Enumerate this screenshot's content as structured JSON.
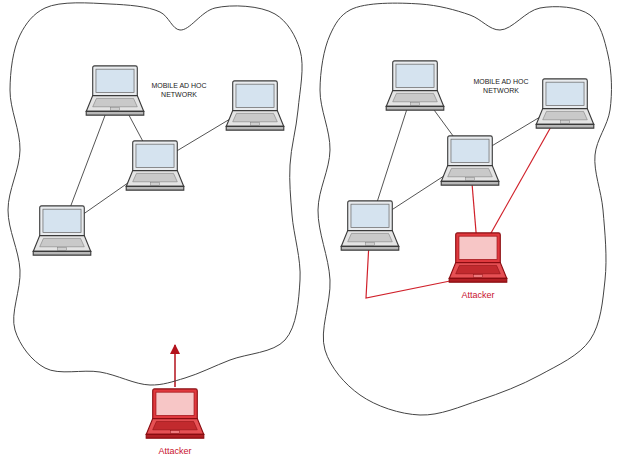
{
  "diagram": {
    "nodes": [
      {
        "text": [
          "MOBILE AD HOC NETWORK"
        ]
      },
      {
        "text": [
          "Attacker"
        ]
      },
      {
        "text": [
          "MOBILE AD HOC NETWORK"
        ]
      },
      {
        "text": [
          "Attacker"
        ],
        "in": 2
      }
    ],
    "edges": [
      {
        "from": 1,
        "to": 0,
        "arrow": "to"
      }
    ]
  }
}
